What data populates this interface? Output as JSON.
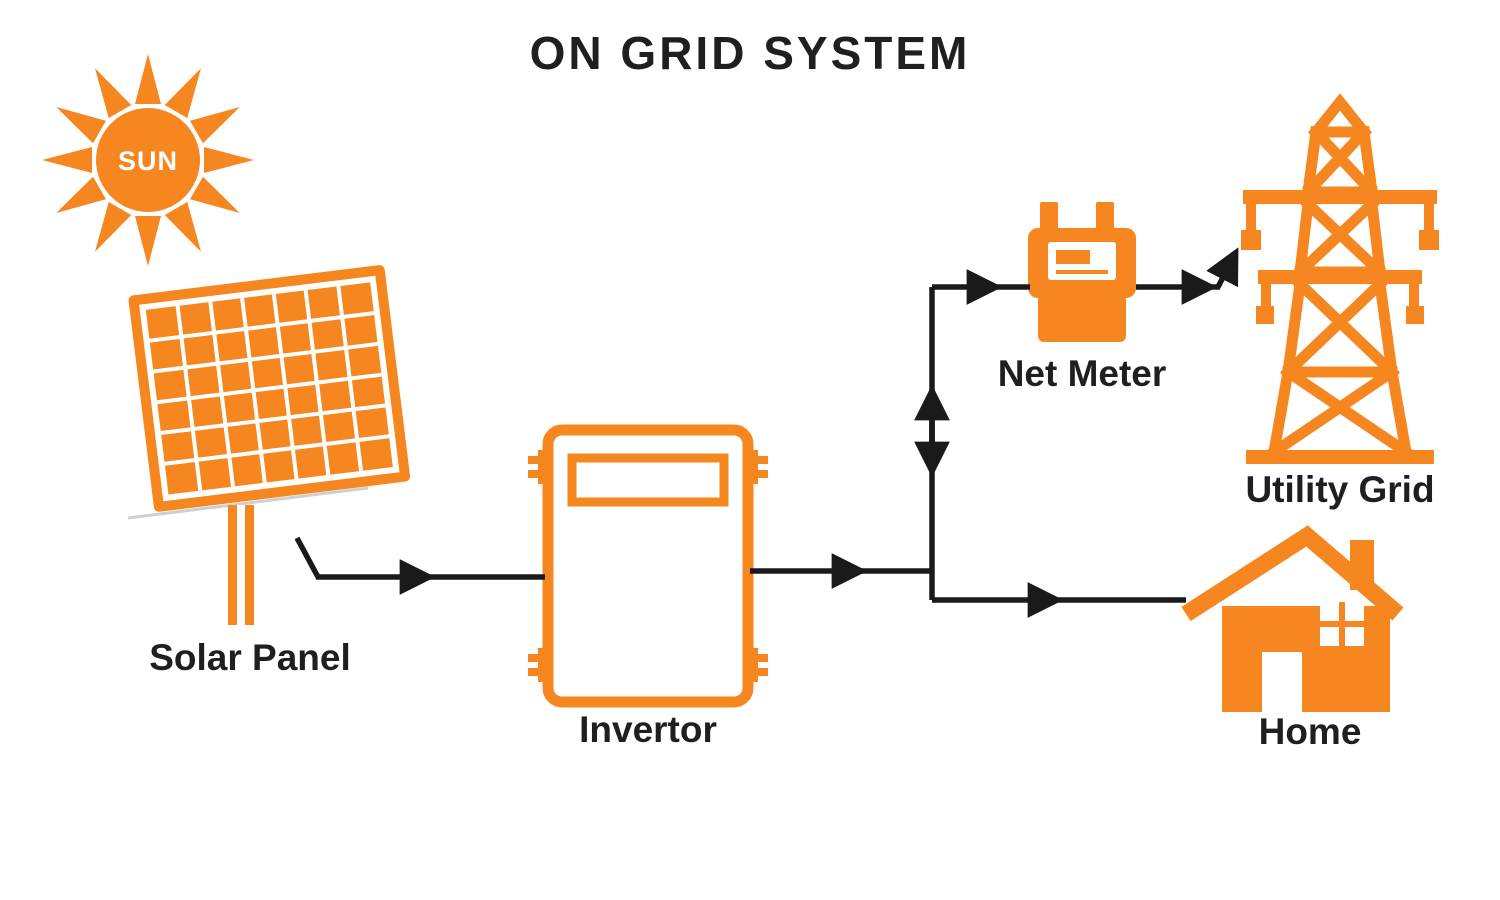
{
  "title": "ON GRID SYSTEM",
  "colors": {
    "accent": "#F6861F",
    "text": "#1F1F1F",
    "arrow": "#1A1A1A",
    "background": "#FFFFFF",
    "sun_text": "#FFFFFF"
  },
  "nodes": {
    "sun": {
      "label": "SUN"
    },
    "solar_panel": {
      "label": "Solar Panel"
    },
    "inverter": {
      "label": "Invertor"
    },
    "net_meter": {
      "label": "Net Meter"
    },
    "utility_grid": {
      "label": "Utility Grid"
    },
    "home": {
      "label": "Home"
    }
  },
  "connections": [
    {
      "from": "solar_panel",
      "to": "inverter",
      "direction": "one-way"
    },
    {
      "from": "inverter",
      "to": "junction",
      "direction": "one-way"
    },
    {
      "from": "junction",
      "to": "net_meter",
      "direction": "two-way"
    },
    {
      "from": "net_meter",
      "to": "utility_grid",
      "direction": "one-way"
    },
    {
      "from": "junction",
      "to": "home",
      "direction": "one-way"
    }
  ]
}
